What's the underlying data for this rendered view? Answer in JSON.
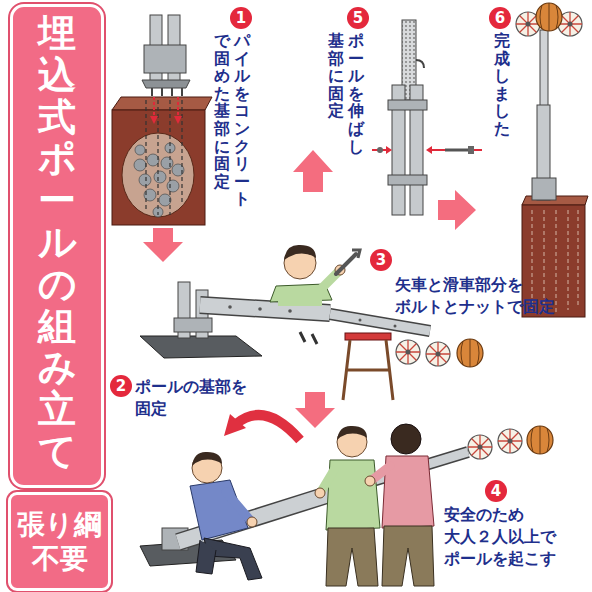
{
  "diagram": {
    "title": "埋込式ポールの組み立て",
    "nodes": [
      {
        "text": [
          "1",
          "パイルをコンクリートで固めた基部に固定"
        ]
      },
      {
        "text": [
          "2",
          "ポールの基部を 固定"
        ]
      },
      {
        "text": [
          "3",
          "矢車と滑車部分を ボルトとナットで固定"
        ]
      },
      {
        "text": [
          "4",
          "安全のため 大人２人以上で ポールを起こす"
        ]
      },
      {
        "text": [
          "5",
          "ポールを伸ばし基部に固定"
        ]
      },
      {
        "text": [
          "6",
          "完成しました"
        ]
      },
      {
        "text": [
          "張り綱 不要"
        ]
      }
    ]
  }
}
